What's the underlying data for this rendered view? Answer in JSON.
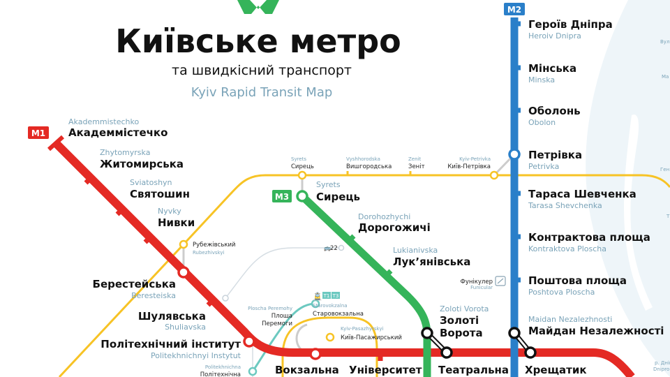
{
  "header": {
    "logo": "M",
    "title": "Київське метро",
    "subtitle": "та швидкісний транспорт",
    "subtitle_en": "Kyiv Rapid Transit Map"
  },
  "colors": {
    "m1": "#e42a24",
    "m2": "#2a7fc9",
    "m3": "#35b45a",
    "city_rail": "#f7c325",
    "tram": "#6cc9c0",
    "river": "#eef5f9",
    "label_latin": "#7aa3b8"
  },
  "lines": {
    "m1": "M1",
    "m2": "M2",
    "m3": "M3"
  },
  "m1_stations": [
    {
      "name": "Академмістечко",
      "latin": "Akademmistechko"
    },
    {
      "name": "Житомирська",
      "latin": "Zhytomyrska"
    },
    {
      "name": "Святошин",
      "latin": "Sviatoshyn"
    },
    {
      "name": "Нивки",
      "latin": "Nyvky"
    },
    {
      "name": "Берестейська",
      "latin": "Beresteiska"
    },
    {
      "name": "Шулявська",
      "latin": "Shuliavska"
    },
    {
      "name": "Політехнічний інститут",
      "latin": "Politekhnichnyi Instytut"
    },
    {
      "name": "Вокзальна"
    },
    {
      "name": "Університет"
    },
    {
      "name": "Театральна"
    },
    {
      "name": "Хрещатик"
    }
  ],
  "m2_stations": [
    {
      "name": "Героїв Дніпра",
      "latin": "Heroiv Dnipra"
    },
    {
      "name": "Мінська",
      "latin": "Minska"
    },
    {
      "name": "Оболонь",
      "latin": "Obolon"
    },
    {
      "name": "Петрівка",
      "latin": "Petrivka"
    },
    {
      "name": "Тараса Шевченка",
      "latin": "Tarasa Shevchenka"
    },
    {
      "name": "Контрактова площа",
      "latin": "Kontraktova Ploscha"
    },
    {
      "name": "Поштова площа",
      "latin": "Poshtova Ploscha"
    },
    {
      "name": "Майдан Незалежності",
      "latin": "Maidan Nezalezhnosti"
    }
  ],
  "m3_stations": [
    {
      "name": "Сирець",
      "latin": "Syrets"
    },
    {
      "name": "Дорогожичі",
      "latin": "Dorohozhychi"
    },
    {
      "name": "Лук’янівська",
      "latin": "Lukianivska"
    },
    {
      "name": "Золоті Ворота",
      "name_line1": "Золоті",
      "name_line2": "Ворота",
      "latin": "Zoloti Vorota"
    }
  ],
  "city_rail_stations": [
    {
      "name": "Сирець",
      "latin": "Syrets"
    },
    {
      "name": "Вишгородська",
      "latin": "Vyshhorodska"
    },
    {
      "name": "Зеніт",
      "latin": "Zenit"
    },
    {
      "name": "Київ-Петрівка",
      "latin": "Kyiv-Petrivka"
    },
    {
      "name": "Рубежівський",
      "latin": "Rubezhivskyi"
    },
    {
      "name": "Київ-Пасажирський",
      "latin": "Kyiv-Pasazhyrskyi"
    }
  ],
  "tram_stations": [
    {
      "name": "Площа Перемоги",
      "name_line1": "Площа",
      "name_line2": "Перемоги",
      "latin": "Ploscha Peremohy"
    },
    {
      "name": "Старовокзальна",
      "latin": "Starovokzalna"
    },
    {
      "name": "Політехнічна",
      "latin": "Politekhnichna"
    }
  ],
  "tram_badges": [
    "T1",
    "T3"
  ],
  "bus_route": "22",
  "funicular": {
    "name": "Фунікулер",
    "latin": "Funicular"
  },
  "edge_labels": [
    "Вул",
    "Ма",
    "Ген",
    "Т",
    "р. Дніпро",
    "Dnipro River"
  ]
}
